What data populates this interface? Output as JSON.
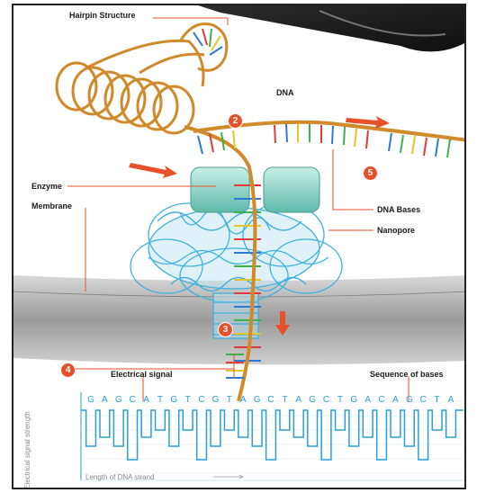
{
  "labels": {
    "hairpin": "Hairpin Structure",
    "dna": "DNA",
    "enzyme": "Enzyme",
    "membrane": "Membrane",
    "dna_bases": "DNA Bases",
    "nanopore": "Nanopore",
    "electrical_signal": "Electrical signal",
    "sequence_of_bases": "Sequence of bases"
  },
  "steps": [
    "2",
    "3",
    "4",
    "5"
  ],
  "sequence": [
    "G",
    "A",
    "G",
    "C",
    "A",
    "T",
    "G",
    "T",
    "C",
    "G",
    "T",
    "A",
    "G",
    "C",
    "T",
    "A",
    "G",
    "C",
    "T",
    "G",
    "A",
    "C",
    "A",
    "G",
    "C",
    "T",
    "A"
  ],
  "signal_chart": {
    "ylabel": "Electrical signal strength",
    "xlabel": "Length of DNA strand"
  },
  "colors": {
    "accent": "#e8502a",
    "signal": "#2a9fd6",
    "strand": "#d08a2a",
    "pore": "#3fb0dd",
    "enzyme": "#9fdcd0",
    "membrane": "#b8b8b8"
  }
}
